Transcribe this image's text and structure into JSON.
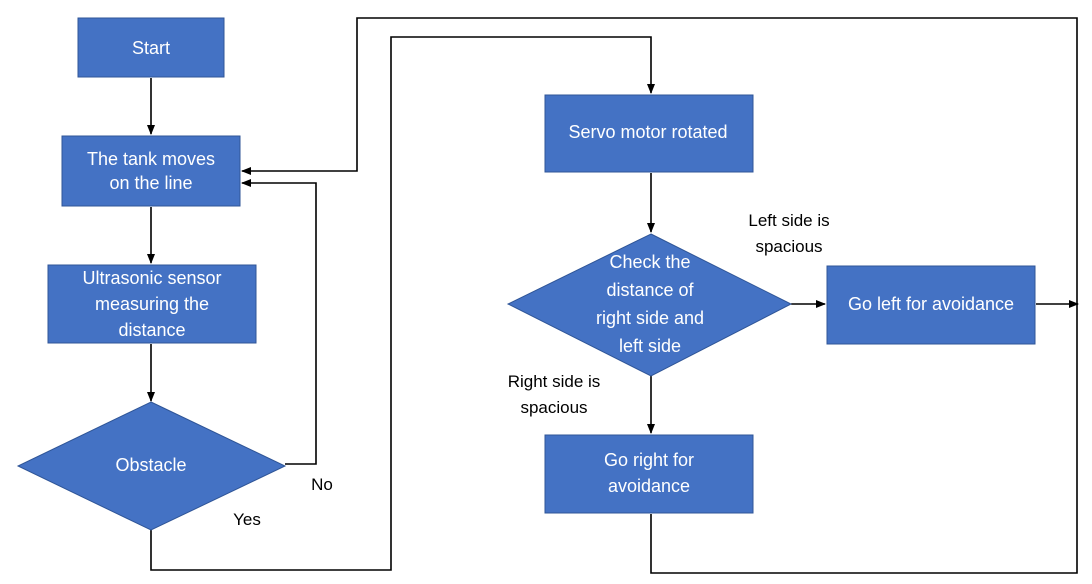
{
  "diagram": {
    "nodes": {
      "start": {
        "lines": [
          "Start"
        ]
      },
      "tank_moves": {
        "lines": [
          "The tank moves",
          "on the line"
        ]
      },
      "ultrasonic": {
        "lines": [
          "Ultrasonic sensor",
          "measuring the",
          "distance"
        ]
      },
      "obstacle": {
        "lines": [
          "Obstacle"
        ]
      },
      "servo": {
        "lines": [
          "Servo motor rotated"
        ]
      },
      "check": {
        "lines": [
          "Check the",
          "distance of",
          "right side and",
          "left side"
        ]
      },
      "go_left": {
        "lines": [
          "Go left for avoidance"
        ]
      },
      "go_right": {
        "lines": [
          "Go right for",
          "avoidance"
        ]
      }
    },
    "edge_labels": {
      "no": {
        "lines": [
          "No"
        ]
      },
      "yes": {
        "lines": [
          "Yes"
        ]
      },
      "left_spacious": {
        "lines": [
          "Left side is",
          "spacious"
        ]
      },
      "right_spacious": {
        "lines": [
          "Right side is",
          "spacious"
        ]
      }
    },
    "colors": {
      "node_fill": "#4472c4",
      "node_stroke": "#2f5597",
      "node_text": "#ffffff",
      "edge": "#000000"
    }
  }
}
